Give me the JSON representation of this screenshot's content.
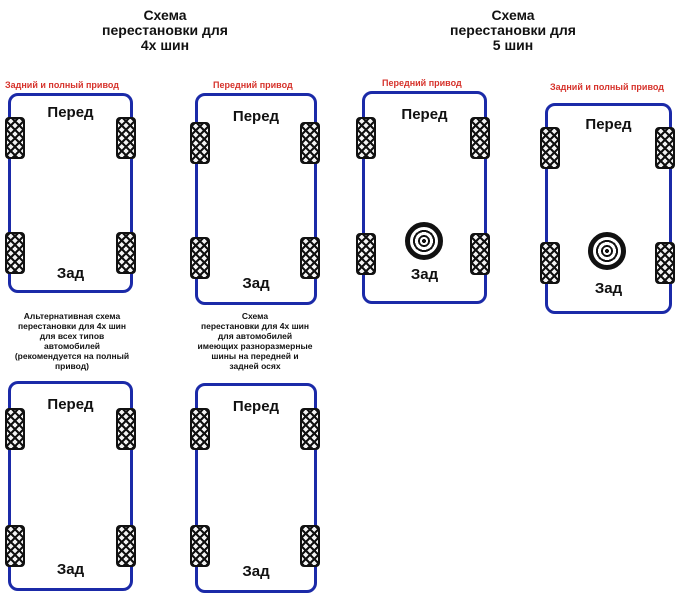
{
  "titles": {
    "four": [
      "Схема",
      "перестановки для",
      "4х шин"
    ],
    "five": [
      "Схема",
      "перестановки для",
      "5 шин"
    ]
  },
  "labels": {
    "rear_all_wheel": "Задний и полный привод",
    "front_wheel": "Передний привод"
  },
  "car": {
    "front": "Перед",
    "rear": "Зад"
  },
  "captions": {
    "alternative": [
      "Альтернативная схема",
      "перестановки для 4х шин",
      "для всех типов",
      "автомобилей",
      "(рекомендуется на полный",
      "привод)"
    ],
    "different_size": [
      "Схема",
      "перестановки для 4х шин",
      "для автомобилей",
      "имеющих разноразмерные",
      "шины на передней и",
      "задней осях"
    ]
  },
  "colors": {
    "car_outline": "#1b2aa8",
    "label_red": "#d6322b"
  },
  "icons": {
    "tire": "tire-icon",
    "spare": "spare-tire-icon"
  }
}
